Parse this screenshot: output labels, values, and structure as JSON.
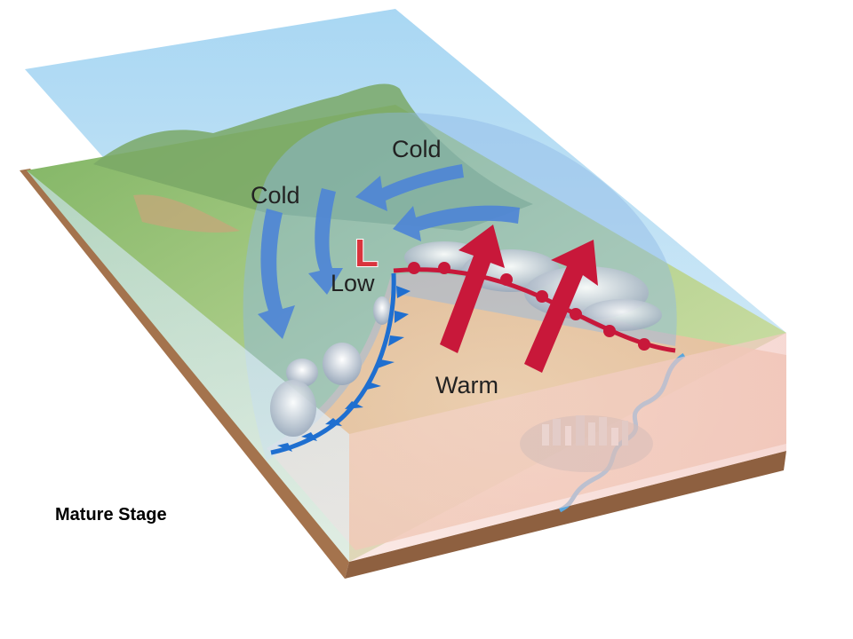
{
  "labels": {
    "cold_top": "Cold",
    "cold_left": "Cold",
    "low_symbol": "L",
    "low_word": "Low",
    "warm": "Warm"
  },
  "caption": "Mature Stage",
  "colors": {
    "cold_air_arrow": "#4f86d6",
    "warm_air_arrow": "#c8183a",
    "cold_front": "#1f6fd0",
    "warm_front": "#c8183a",
    "low_symbol": "#d9343d",
    "sky": "#b7dcf2",
    "land": "#9cc77a",
    "warm_air_mass": "#f0c4aa",
    "soil_edge": "#a4734d"
  }
}
